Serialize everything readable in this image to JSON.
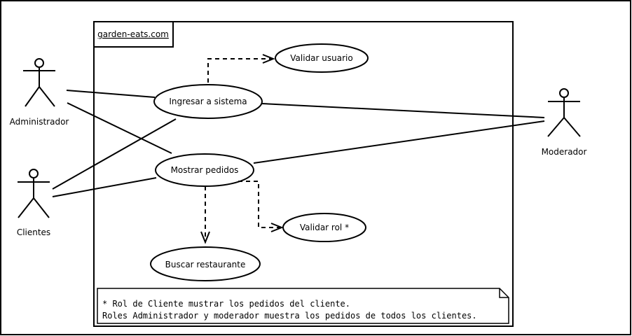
{
  "system": {
    "name": "garden-eats.com"
  },
  "actors": {
    "administrador": "Administrador",
    "clientes": "Clientes",
    "moderador": "Moderador"
  },
  "use_cases": {
    "ingresar": "Ingresar a sistema",
    "validar_usuario": "Validar usuario",
    "mostrar_pedidos": "Mostrar pedidos",
    "validar_rol": "Validar rol *",
    "buscar_restaurante": "Buscar restaurante"
  },
  "note": {
    "line1": "* Rol de Cliente mustrar los pedidos del cliente.",
    "line2": "Roles Administrador y moderador muestra los pedidos de todos los clientes."
  }
}
